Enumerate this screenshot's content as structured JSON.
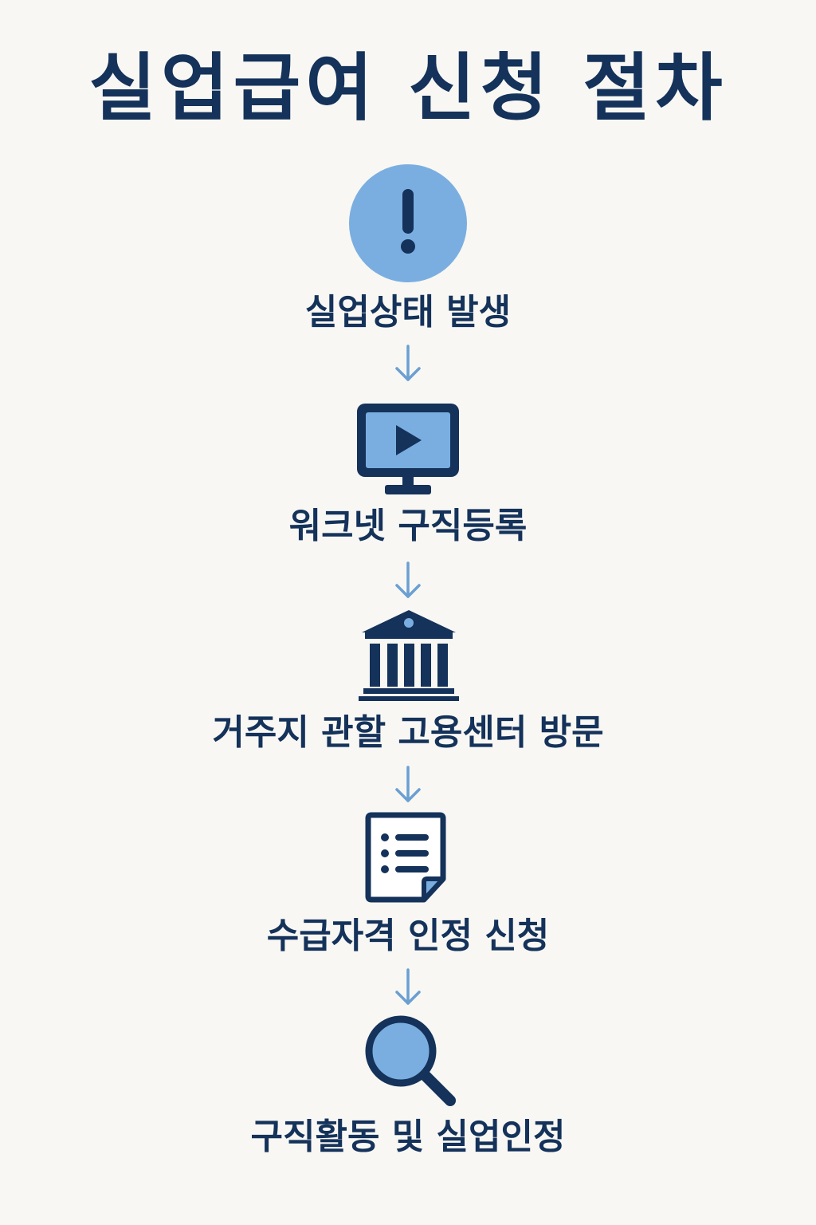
{
  "title": "실업급여 신청 절차",
  "steps": [
    {
      "label": "실업상태 발생",
      "icon": "alert-icon"
    },
    {
      "label": "워크넷 구직등록",
      "icon": "monitor-play-icon"
    },
    {
      "label": "거주지 관할 고용센터 방문",
      "icon": "government-building-icon"
    },
    {
      "label": "수급자격 인정 신청",
      "icon": "document-list-icon"
    },
    {
      "label": "구직활동 및 실업인정",
      "icon": "magnifier-icon"
    }
  ],
  "colors": {
    "background": "#f8f7f3",
    "navy": "#14325a",
    "accent_blue": "#7aaee0",
    "arrow_blue": "#6b9fd2"
  }
}
